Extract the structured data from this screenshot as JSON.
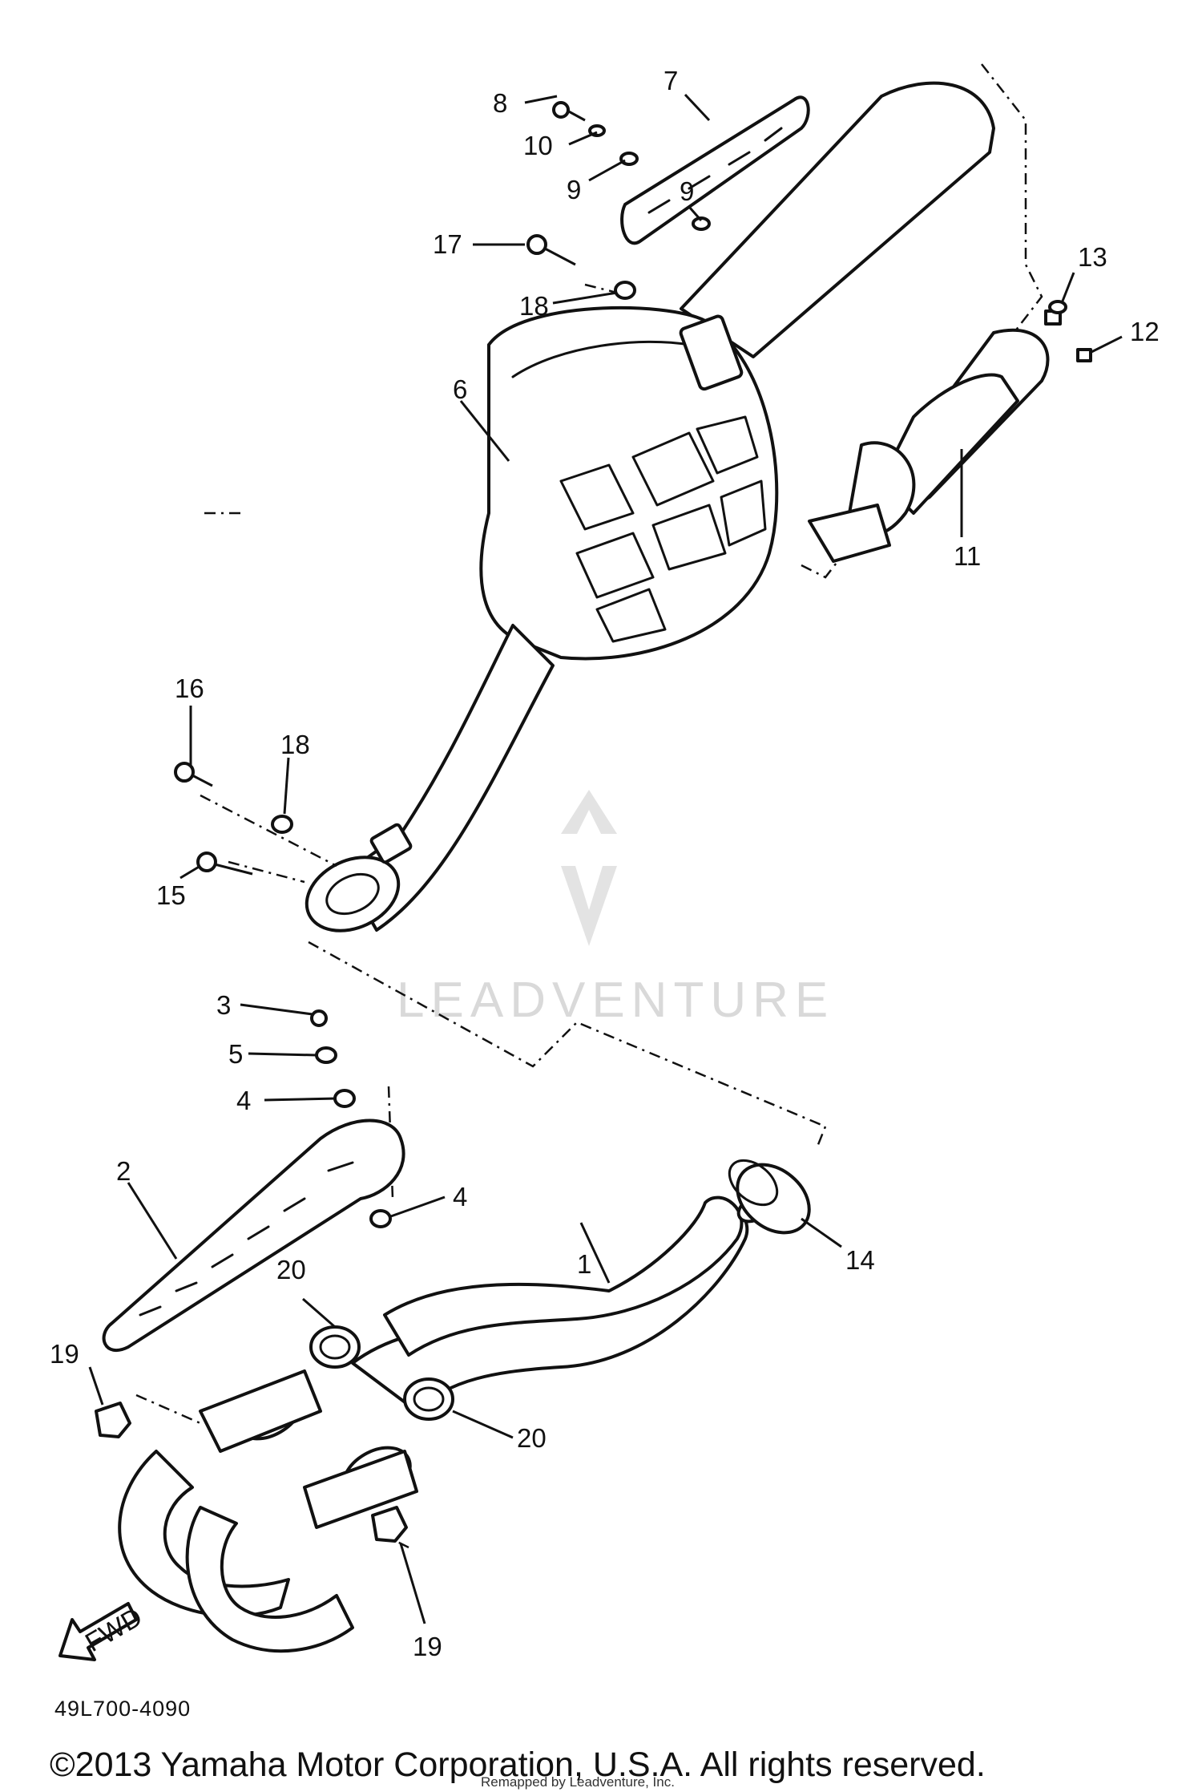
{
  "diagram": {
    "ref_code": "49L700-4090",
    "copyright": "©2013 Yamaha Motor Corporation, U.S.A. All rights reserved.",
    "overlay_text": "Remapped by Leadventure, Inc.",
    "watermark": "LEADVENTURE",
    "fwd_label": "FWD",
    "callouts": {
      "c1": "1",
      "c2": "2",
      "c3": "3",
      "c4a": "4",
      "c4b": "4",
      "c5": "5",
      "c6": "6",
      "c7": "7",
      "c8": "8",
      "c9a": "9",
      "c9b": "9",
      "c10": "10",
      "c11": "11",
      "c12": "12",
      "c13": "13",
      "c14": "14",
      "c15": "15",
      "c16": "16",
      "c17": "17",
      "c18a": "18",
      "c18b": "18",
      "c19a": "19",
      "c19b": "19",
      "c20a": "20",
      "c20b": "20"
    }
  }
}
